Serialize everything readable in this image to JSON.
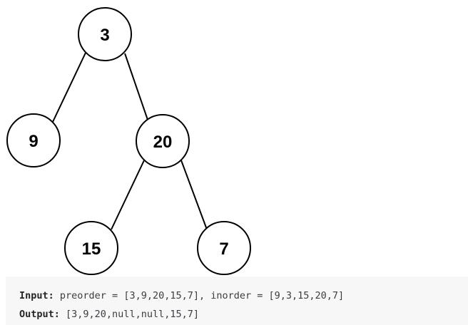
{
  "tree": {
    "nodes": [
      {
        "id": "n3",
        "label": "3"
      },
      {
        "id": "n9",
        "label": "9"
      },
      {
        "id": "n20",
        "label": "20"
      },
      {
        "id": "n15",
        "label": "15"
      },
      {
        "id": "n7",
        "label": "7"
      }
    ],
    "edges": [
      {
        "from": "n3",
        "to": "n9"
      },
      {
        "from": "n3",
        "to": "n20"
      },
      {
        "from": "n20",
        "to": "n15"
      },
      {
        "from": "n20",
        "to": "n7"
      }
    ]
  },
  "example": {
    "input_label": "Input:",
    "input_text": " preorder = [3,9,20,15,7], inorder = [9,3,15,20,7]",
    "output_label": "Output:",
    "output_text": " [3,9,20,null,null,15,7]"
  }
}
